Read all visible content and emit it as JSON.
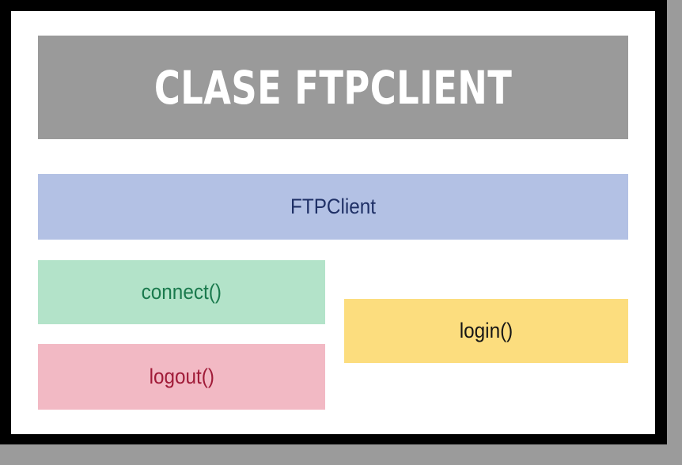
{
  "slide": {
    "title": "CLASE FTPCLIENT",
    "class_box": {
      "label": "FTPClient",
      "fill_color": "#b3c1e4",
      "text_color": "#1f3066"
    },
    "methods": [
      {
        "label": "connect()",
        "fill_color": "#b3e3c9",
        "text_color": "#1a7a4d"
      },
      {
        "label": "login()",
        "fill_color": "#fcdd7e",
        "text_color": "#161616"
      },
      {
        "label": "logout()",
        "fill_color": "#f2b9c4",
        "text_color": "#a01b38"
      }
    ],
    "title_banner": {
      "fill_color": "#9a9a9a",
      "text_color": "#ffffff"
    },
    "surface_color": "#ffffff",
    "frame_color": "#000000",
    "page_background_color": "#9b9b9b"
  }
}
